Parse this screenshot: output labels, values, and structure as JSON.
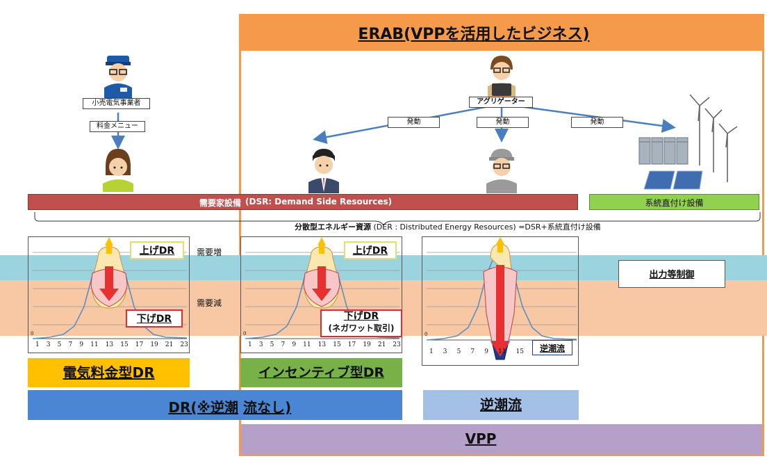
{
  "erab_title": "ERAB(VPPを活用したビジネス)",
  "retailer_label": "小売電気事業者",
  "rate_menu_label": "料金メニュー",
  "aggregator_label": "アグリゲーター",
  "activation_labels": [
    "発動",
    "発動",
    "発動"
  ],
  "dsr_bar": {
    "left": "需要家設備",
    "right": "(DSR: Demand Side Resources)"
  },
  "grid_equipment": "系統直付け設備",
  "der_line": {
    "bold": "分散型エネルギー資源",
    "rest": "(DER : Distributed Energy Resources) =DSR+系統直付け設備"
  },
  "zone_labels": {
    "increase": "需要増",
    "decrease": "需要減"
  },
  "chart_data": [
    {
      "type": "line",
      "x_tick_labels": [
        "0",
        "1",
        "3",
        "5",
        "7",
        "9",
        "11",
        "13",
        "15",
        "17",
        "19",
        "21",
        "23"
      ],
      "annotations": [
        "上げDR",
        "下げDR"
      ]
    },
    {
      "type": "line",
      "x_tick_labels": [
        "0",
        "1",
        "3",
        "5",
        "7",
        "9",
        "11",
        "13",
        "15",
        "17",
        "19",
        "21",
        "23"
      ],
      "annotations": [
        "上げDR",
        "下げDR",
        "(ネガワット取引)"
      ]
    },
    {
      "type": "line",
      "x_tick_labels": [
        "0",
        "1",
        "3",
        "5",
        "7",
        "9",
        "11",
        "15"
      ],
      "annotations": [
        "逆潮流"
      ]
    }
  ],
  "output_control": "出力等制御",
  "labels": {
    "price_dr": "電気料金型DR",
    "incentive_dr": "インセンティブ型DR",
    "dr_part1": "DR(※逆潮",
    "dr_part2": "流なし)",
    "reverse_flow": "逆潮流",
    "vpp": "VPP"
  },
  "colors": {
    "orange": "#f59a4a",
    "red_bar": "#c0504d",
    "green": "#92d050",
    "blue_band": "#9bd3de",
    "peach_band": "#f8c8a4",
    "yellow": "#ffc000",
    "olive_green": "#77b148",
    "blue": "#4a86d4",
    "light_blue": "#a4c0e6",
    "purple": "#b4a0c8"
  }
}
